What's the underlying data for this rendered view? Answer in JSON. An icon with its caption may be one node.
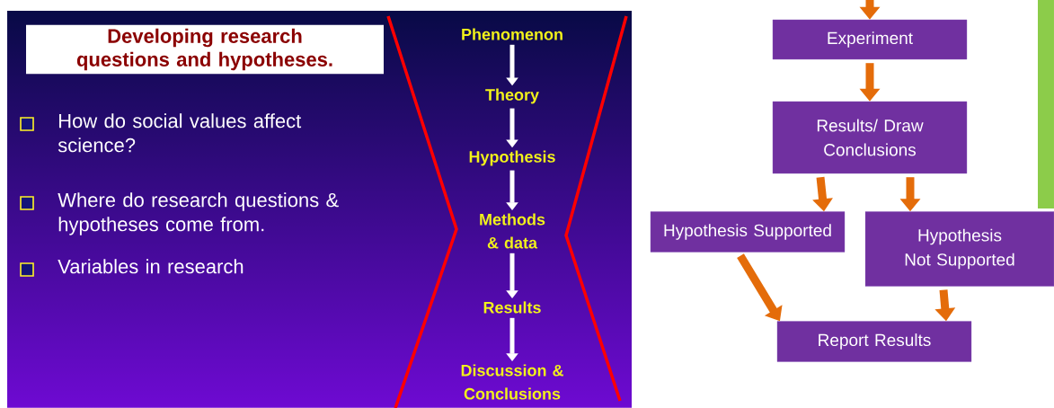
{
  "diagram": {
    "nodes": [
      {
        "text": [
          "Developing research questions and hypotheses."
        ]
      },
      {
        "text": [
          "Phenomenon"
        ]
      },
      {
        "text": [
          "Theory"
        ]
      },
      {
        "text": [
          "Hypothesis"
        ]
      },
      {
        "text": [
          "Methods & data"
        ]
      },
      {
        "text": [
          "Results"
        ]
      },
      {
        "text": [
          "Discussion & Conclusions"
        ]
      },
      {
        "text": [
          "Experiment"
        ]
      },
      {
        "text": [
          "Results/ Draw Conclusions"
        ]
      },
      {
        "text": [
          "Hypothesis Supported"
        ]
      },
      {
        "text": [
          "Hypothesis Not Supported"
        ]
      },
      {
        "text": [
          "Report Results"
        ]
      }
    ],
    "edges": [
      {
        "from": 1,
        "to": 2,
        "arrow": "to",
        "color": "#ffffff"
      },
      {
        "from": 2,
        "to": 3,
        "arrow": "to",
        "color": "#ffffff"
      },
      {
        "from": 3,
        "to": 4,
        "arrow": "to",
        "color": "#ffffff"
      },
      {
        "from": 4,
        "to": 5,
        "arrow": "to",
        "color": "#ffffff"
      },
      {
        "from": 5,
        "to": 6,
        "arrow": "to",
        "color": "#ffffff"
      },
      {
        "from": null,
        "to": 7,
        "arrow": "to"
      },
      {
        "from": 7,
        "to": 8,
        "arrow": "to"
      },
      {
        "from": 8,
        "to": 9,
        "arrow": "to"
      },
      {
        "from": 8,
        "to": 10,
        "arrow": "to"
      },
      {
        "from": 9,
        "to": 11,
        "arrow": "to"
      },
      {
        "from": 10,
        "to": 11,
        "arrow": "to"
      }
    ],
    "labels": [
      "How do social values affect science?",
      "Where do research questions & hypotheses come from.",
      "Variables in research"
    ]
  }
}
